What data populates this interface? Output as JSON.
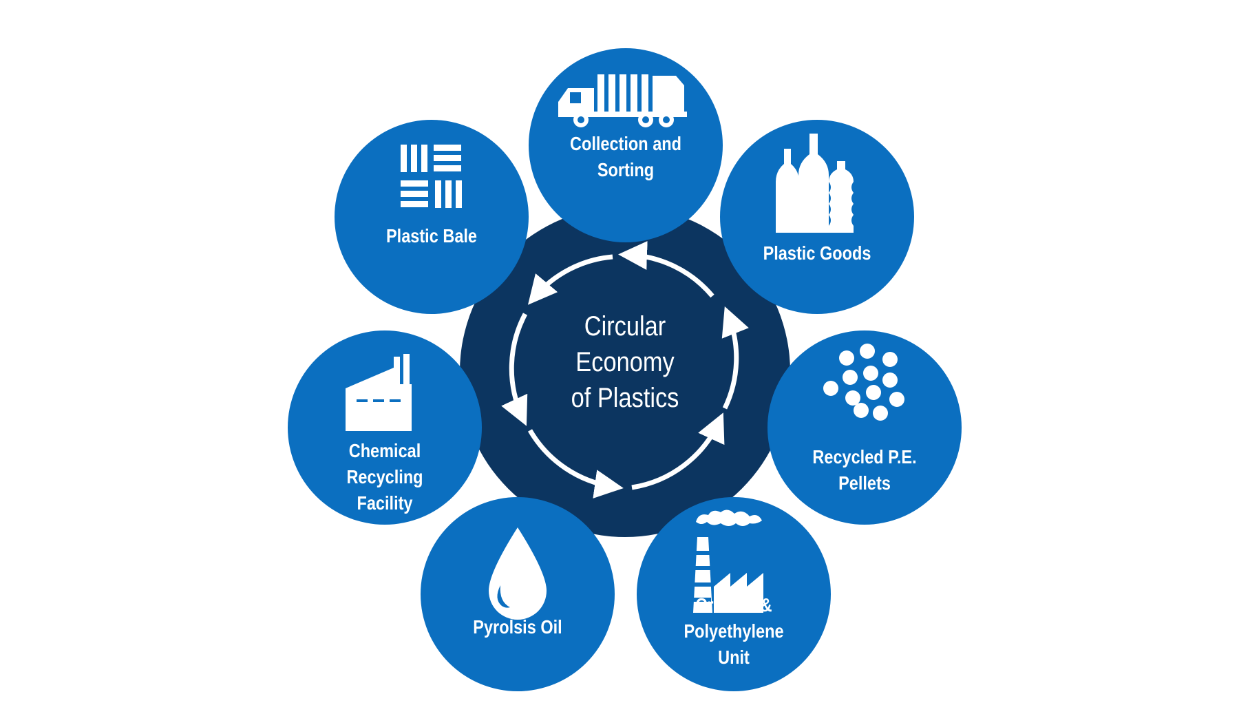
{
  "center": {
    "lines": [
      "Circular",
      "Economy",
      "of Plastics"
    ]
  },
  "colors": {
    "core": "#0c3560",
    "node": "#0b6fc0",
    "text": "#ffffff"
  },
  "nodes": [
    {
      "id": "collection",
      "label": "Collection and\nSorting",
      "icon": "garbage-truck-icon"
    },
    {
      "id": "goods",
      "label": "Plastic Goods",
      "icon": "bottles-icon"
    },
    {
      "id": "pellets",
      "label": "Recycled P.E.\nPellets",
      "icon": "pellets-icon"
    },
    {
      "id": "cracker",
      "label": "Cracker &\nPolyethylene\nUnit",
      "icon": "factory-smokestack-icon"
    },
    {
      "id": "pyro",
      "label": "Pyrolsis Oil",
      "icon": "oil-drop-icon"
    },
    {
      "id": "chemical",
      "label": "Chemical Recycling\nFacility",
      "icon": "chemical-plant-icon"
    },
    {
      "id": "bale",
      "label": "Plastic Bale",
      "icon": "bale-icon"
    }
  ]
}
